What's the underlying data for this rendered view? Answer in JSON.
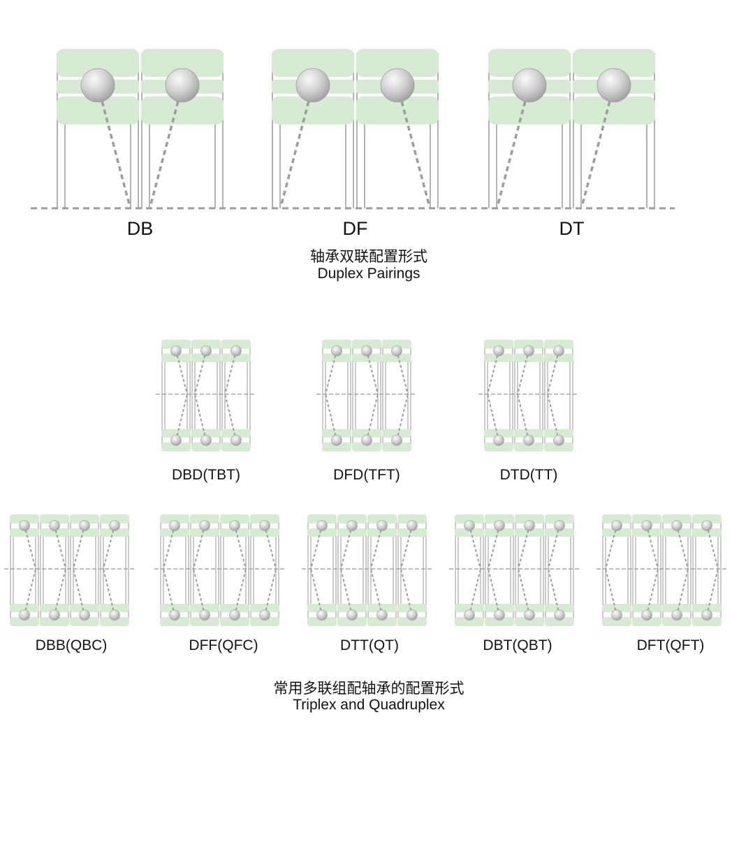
{
  "duplex": {
    "configs": [
      {
        "label": "DB",
        "arrangement": [
          "right",
          "left"
        ]
      },
      {
        "label": "DF",
        "arrangement": [
          "left",
          "right"
        ]
      },
      {
        "label": "DT",
        "arrangement": [
          "left",
          "left"
        ]
      }
    ],
    "caption_zh": "轴承双联配置形式",
    "caption_en": "Duplex Pairings"
  },
  "multiplex": {
    "triplex": [
      {
        "label": "DBD(TBT)",
        "arrangement": [
          "right",
          "left",
          "left"
        ]
      },
      {
        "label": "DFD(TFT)",
        "arrangement": [
          "left",
          "right",
          "right"
        ]
      },
      {
        "label": "DTD(TT)",
        "arrangement": [
          "left",
          "left",
          "left"
        ]
      }
    ],
    "quadruplex": [
      {
        "label": "DBB(QBC)",
        "arrangement": [
          "right",
          "right",
          "left",
          "left"
        ]
      },
      {
        "label": "DFF(QFC)",
        "arrangement": [
          "left",
          "left",
          "right",
          "right"
        ]
      },
      {
        "label": "DTT(QT)",
        "arrangement": [
          "left",
          "left",
          "left",
          "left"
        ]
      },
      {
        "label": "DBT(QBT)",
        "arrangement": [
          "right",
          "left",
          "left",
          "left"
        ]
      },
      {
        "label": "DFT(QFT)",
        "arrangement": [
          "left",
          "right",
          "right",
          "right"
        ]
      }
    ],
    "caption_zh": "常用多联组配轴承的配置形式",
    "caption_en": "Triplex and Quadruplex"
  },
  "colors": {
    "ring_fill": "#d6ecd2",
    "ring_stroke": "#c8e3c3",
    "wall_stroke": "#9a9a9a",
    "dash_stroke": "#9d9d9d",
    "ball_light": "#f7f7f7",
    "ball_dark": "#a6a6a6",
    "text": "#111111"
  }
}
